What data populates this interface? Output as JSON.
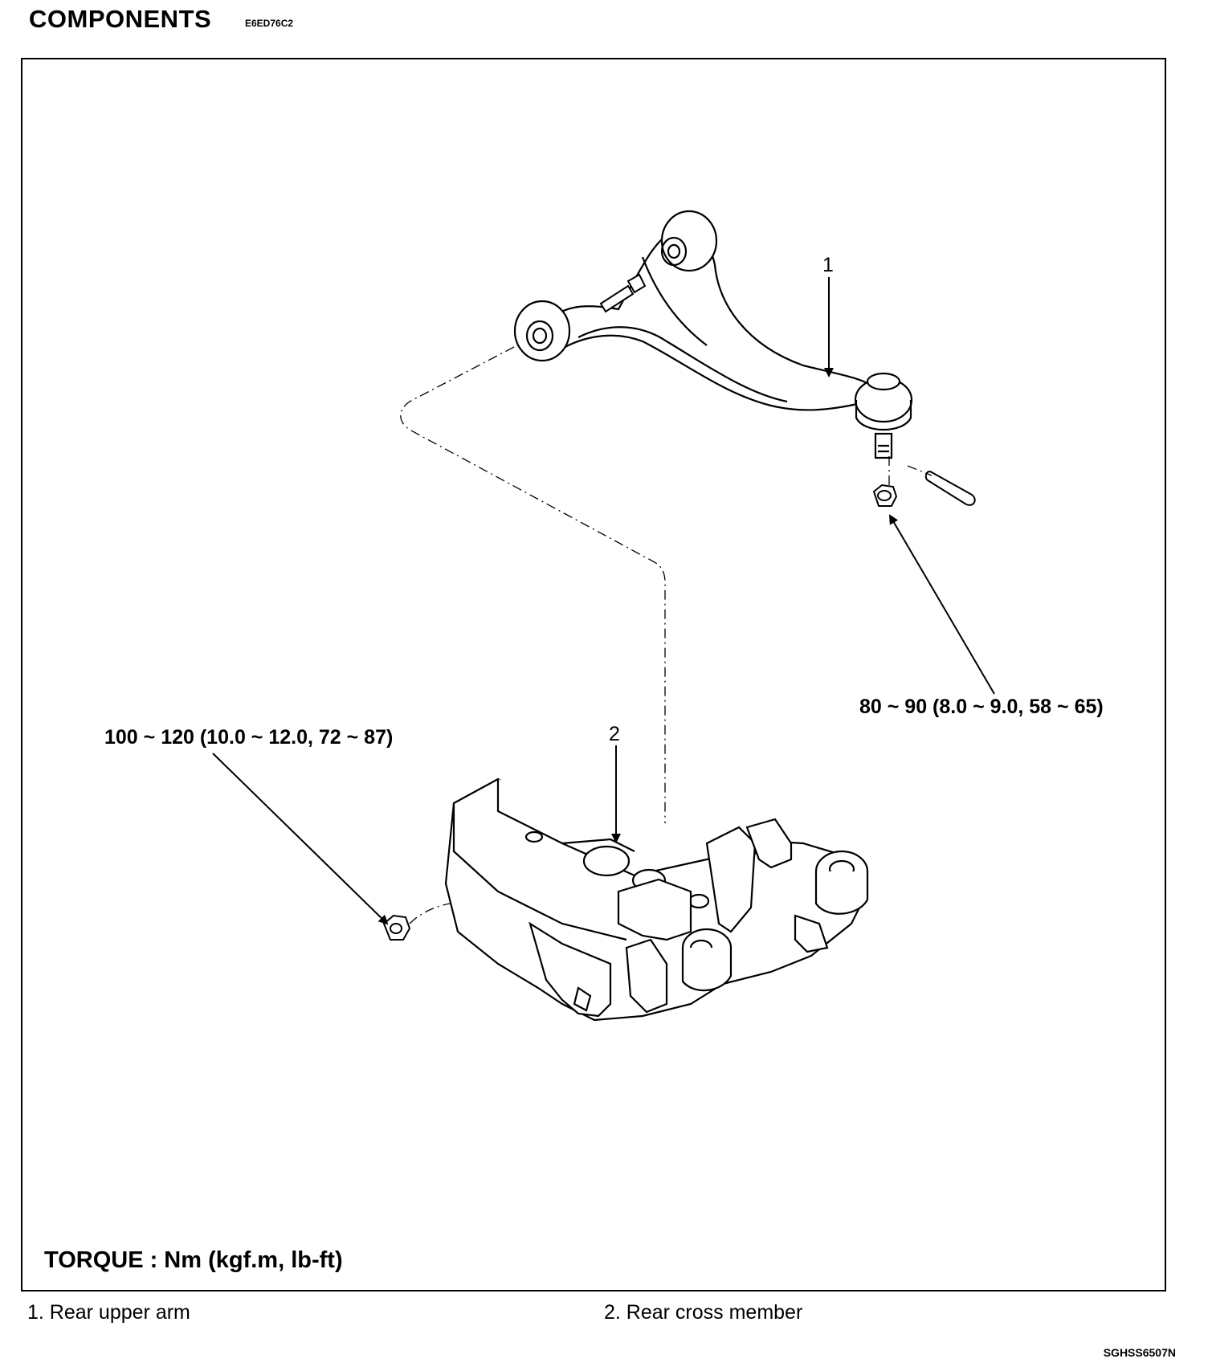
{
  "header": {
    "title": "COMPONENTS",
    "code": "E6ED76C2"
  },
  "callouts": {
    "item1_number": "1",
    "item2_number": "2",
    "torque_balljoint_nut": "80 ~ 90 (8.0 ~ 9.0, 58 ~ 65)",
    "torque_crossmember_nut": "100 ~ 120 (10.0 ~ 12.0, 72 ~ 87)"
  },
  "torque_note": "TORQUE : Nm (kgf.m, lb-ft)",
  "legend": {
    "item1": "1. Rear upper arm",
    "item2": "2. Rear cross member"
  },
  "figure_code": "SGHSS6507N"
}
